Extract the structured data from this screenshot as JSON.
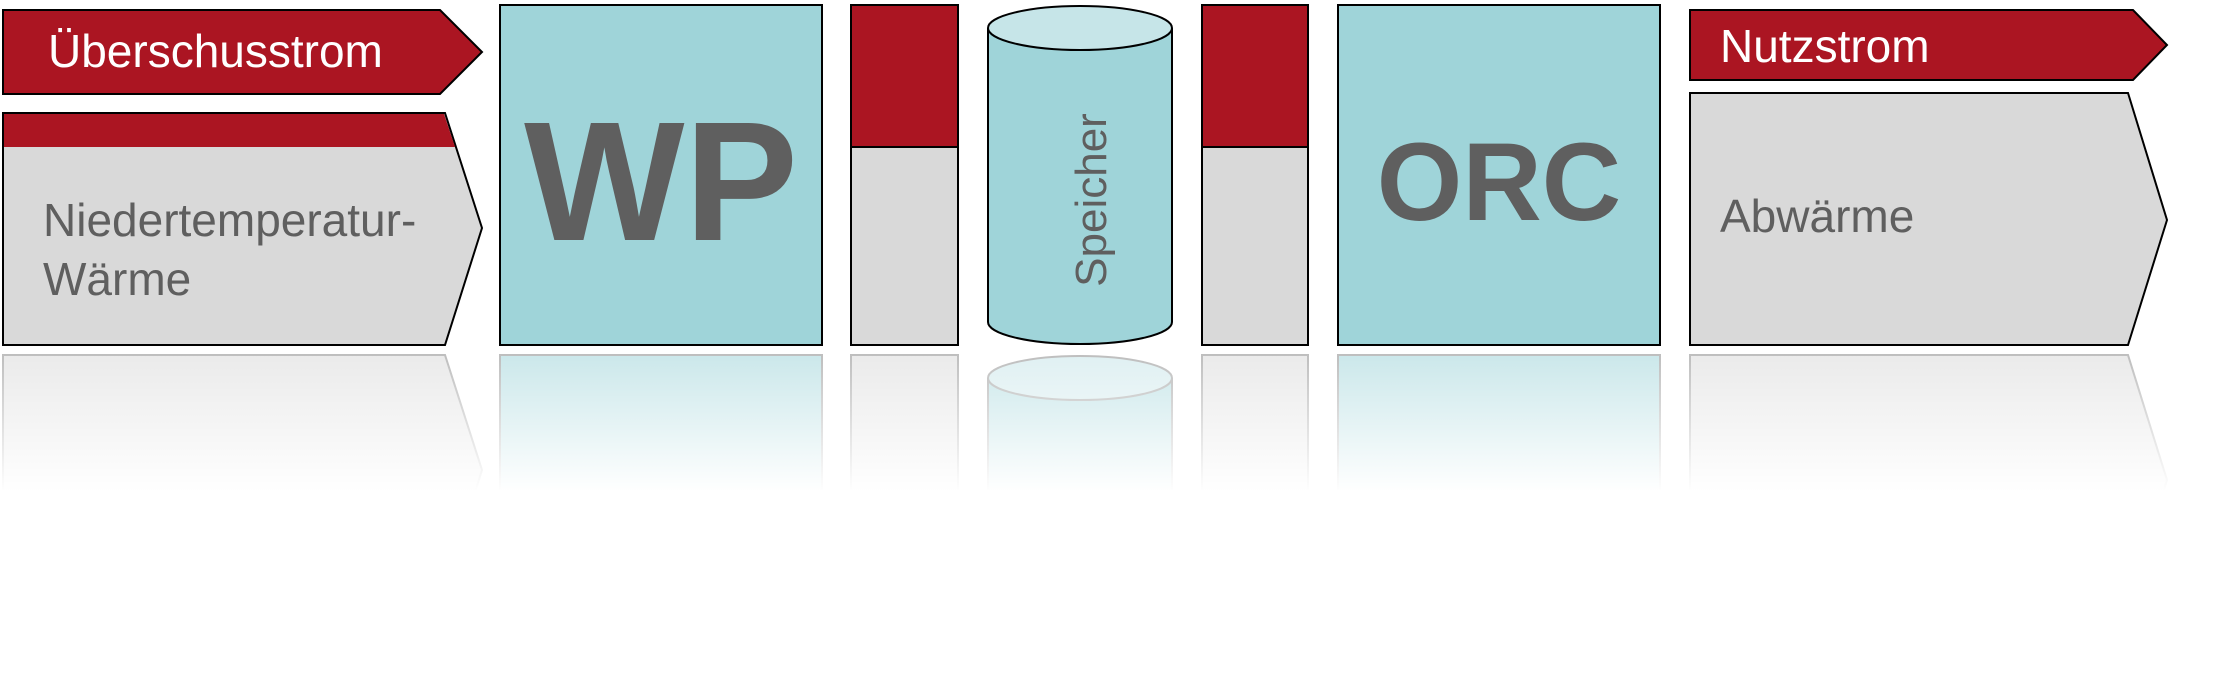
{
  "labels": {
    "ueberschussstrom": "Überschusstrom",
    "niedertemperatur_line1": "Niedertemperatur-",
    "niedertemperatur_line2": "Wärme",
    "wp": "WP",
    "speicher": "Speicher",
    "orc": "ORC",
    "nutzstrom": "Nutzstrom",
    "abwaerme": "Abwärme"
  },
  "colors": {
    "red": "#ab1522",
    "teal": "#9fd4d9",
    "teal_light": "#c6e5e8",
    "gray": "#d9d9d9",
    "text_gray": "#5f5f5f",
    "white": "#ffffff"
  }
}
